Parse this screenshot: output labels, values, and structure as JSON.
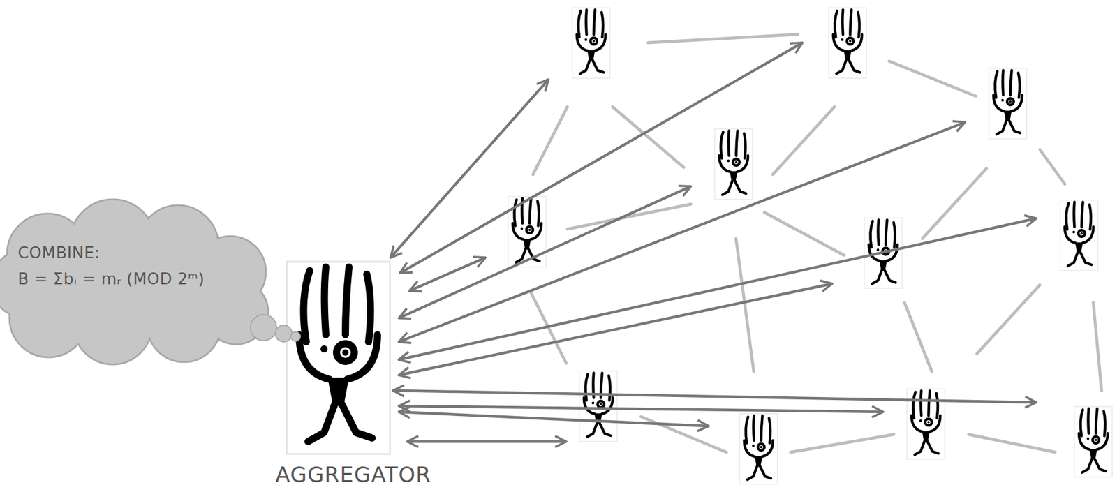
{
  "diagram": {
    "nodes": [
      {
        "text": [
          "COMBINE:",
          "B = Σbᵢ = mᵣ (MOD 2ᵐ)"
        ]
      },
      {
        "text": [
          "AGGREGATOR"
        ]
      }
    ]
  }
}
